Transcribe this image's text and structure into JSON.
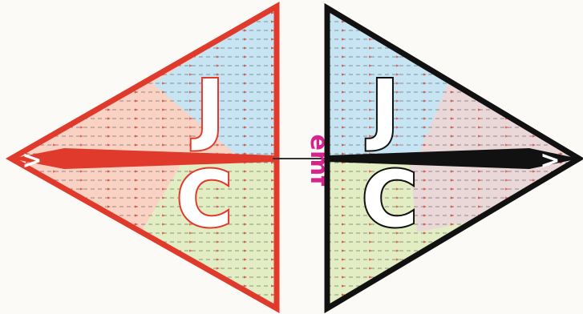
{
  "labels": {
    "left_top": "J",
    "left_bottom": "C",
    "right_top": "J",
    "right_bottom": "C",
    "left_tip": ">",
    "right_tip": ">",
    "center": "emf"
  },
  "colors": {
    "left_outline": "#e03a2c",
    "right_outline": "#111111",
    "center_label": "#d4238c",
    "region_blue": "#c7e4f2",
    "region_pink": "#f9d2c4",
    "region_green": "#e2edc4",
    "region_gray": "#ead8d8",
    "flow_line": "#4a4a4a",
    "flow_arrow": "#d83a2a"
  }
}
